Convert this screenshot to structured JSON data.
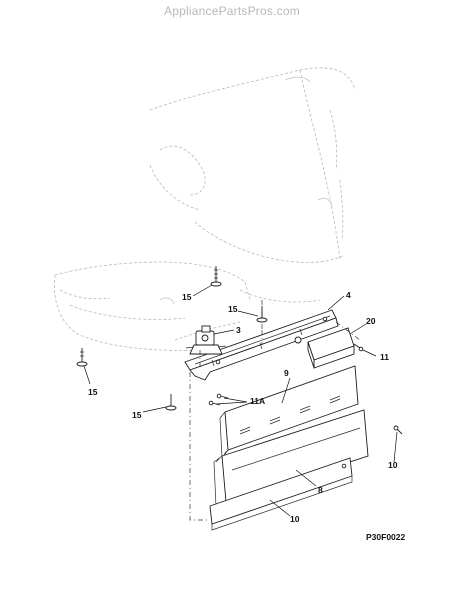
{
  "watermark": "AppliancePartsPros.com",
  "figure_code": "P30F0022",
  "callouts": {
    "c3": "3",
    "c4": "4",
    "c8": "8",
    "c9": "9",
    "c10a": "10",
    "c10b": "10",
    "c11": "11",
    "c11a": "11A",
    "c15a": "15",
    "c15b": "15",
    "c15c": "15",
    "c15d": "15",
    "c20": "20"
  },
  "colors": {
    "ink": "#111111",
    "ghost": "#b9b9b9",
    "watermark": "#b8b8b8"
  }
}
